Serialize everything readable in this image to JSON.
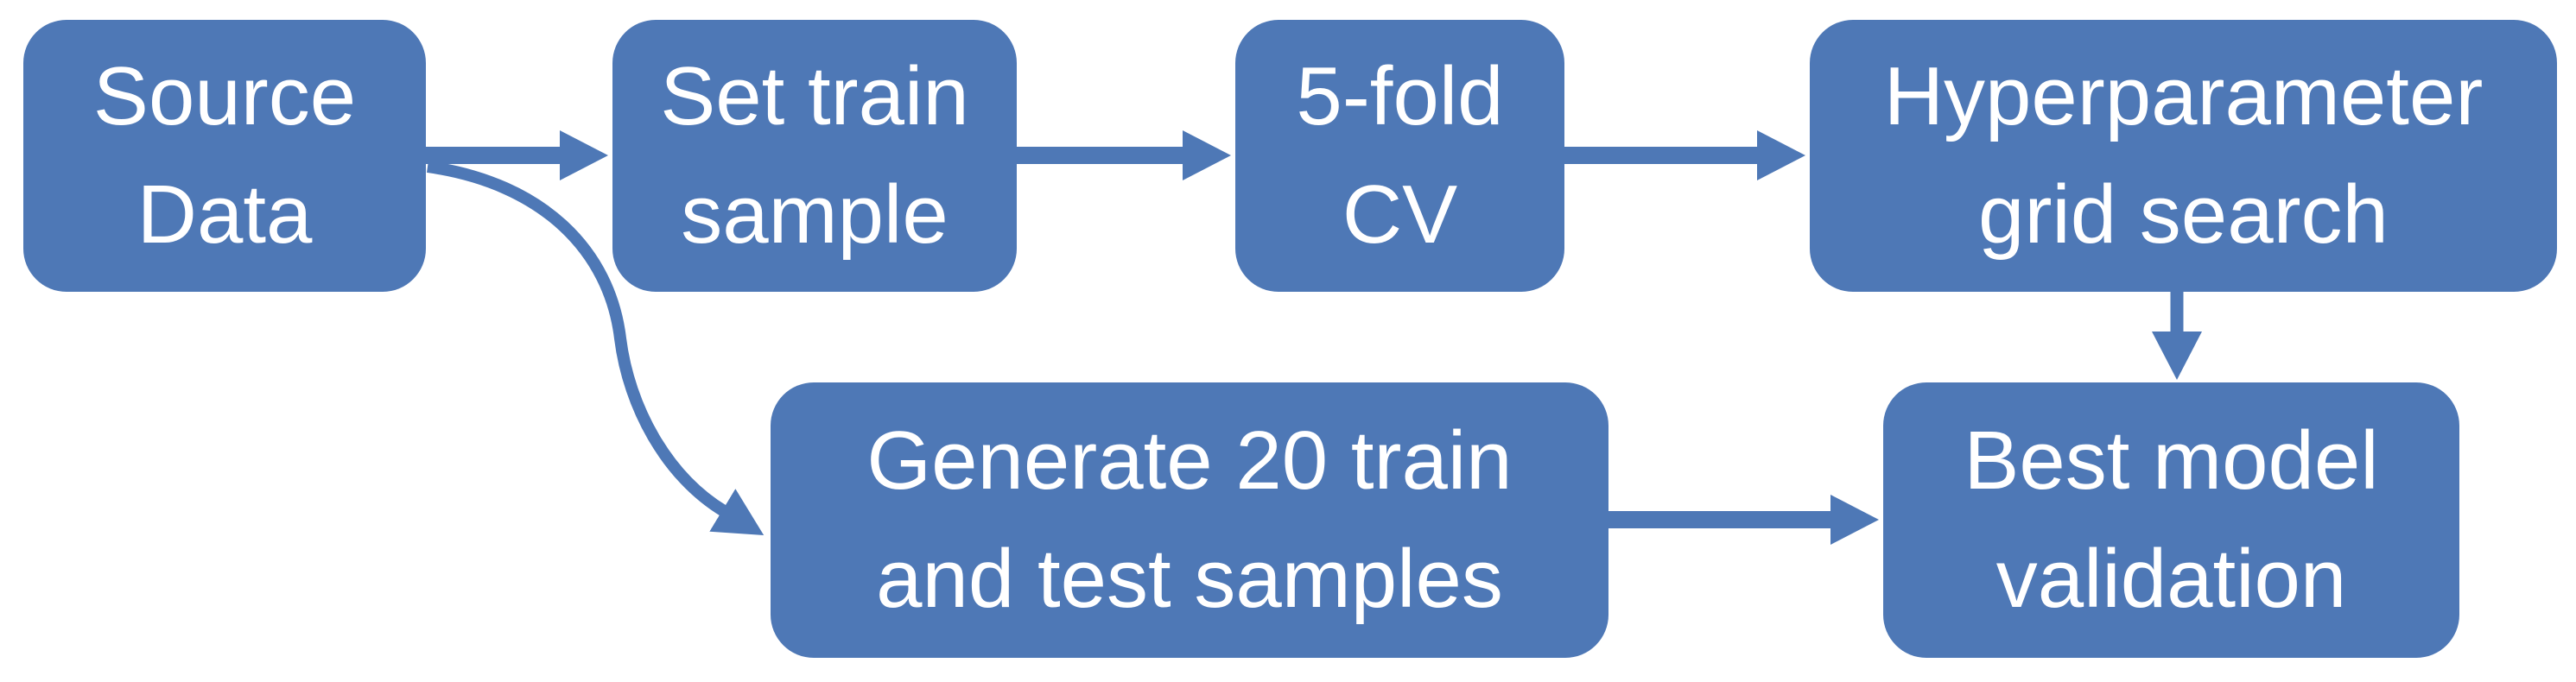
{
  "diagram": {
    "type": "flowchart",
    "nodes": [
      {
        "id": "source-data",
        "label": "Source Data"
      },
      {
        "id": "set-train-sample",
        "label": "Set train sample"
      },
      {
        "id": "five-fold-cv",
        "label": "5-fold CV"
      },
      {
        "id": "hyperparameter-grid-search",
        "label": "Hyperparameter grid search"
      },
      {
        "id": "generate-20-samples",
        "label": "Generate 20 train and test samples"
      },
      {
        "id": "best-model-validation",
        "label": "Best model validation"
      }
    ],
    "edges": [
      {
        "from": "source-data",
        "to": "set-train-sample",
        "style": "straight"
      },
      {
        "from": "source-data",
        "to": "generate-20-samples",
        "style": "curved"
      },
      {
        "from": "set-train-sample",
        "to": "five-fold-cv",
        "style": "straight"
      },
      {
        "from": "five-fold-cv",
        "to": "hyperparameter-grid-search",
        "style": "straight"
      },
      {
        "from": "hyperparameter-grid-search",
        "to": "best-model-validation",
        "style": "straight"
      },
      {
        "from": "generate-20-samples",
        "to": "best-model-validation",
        "style": "straight"
      }
    ],
    "colors": {
      "node_fill": "#4e78b6",
      "arrow": "#4e78b6",
      "text": "#ffffff",
      "background": "#ffffff"
    }
  }
}
